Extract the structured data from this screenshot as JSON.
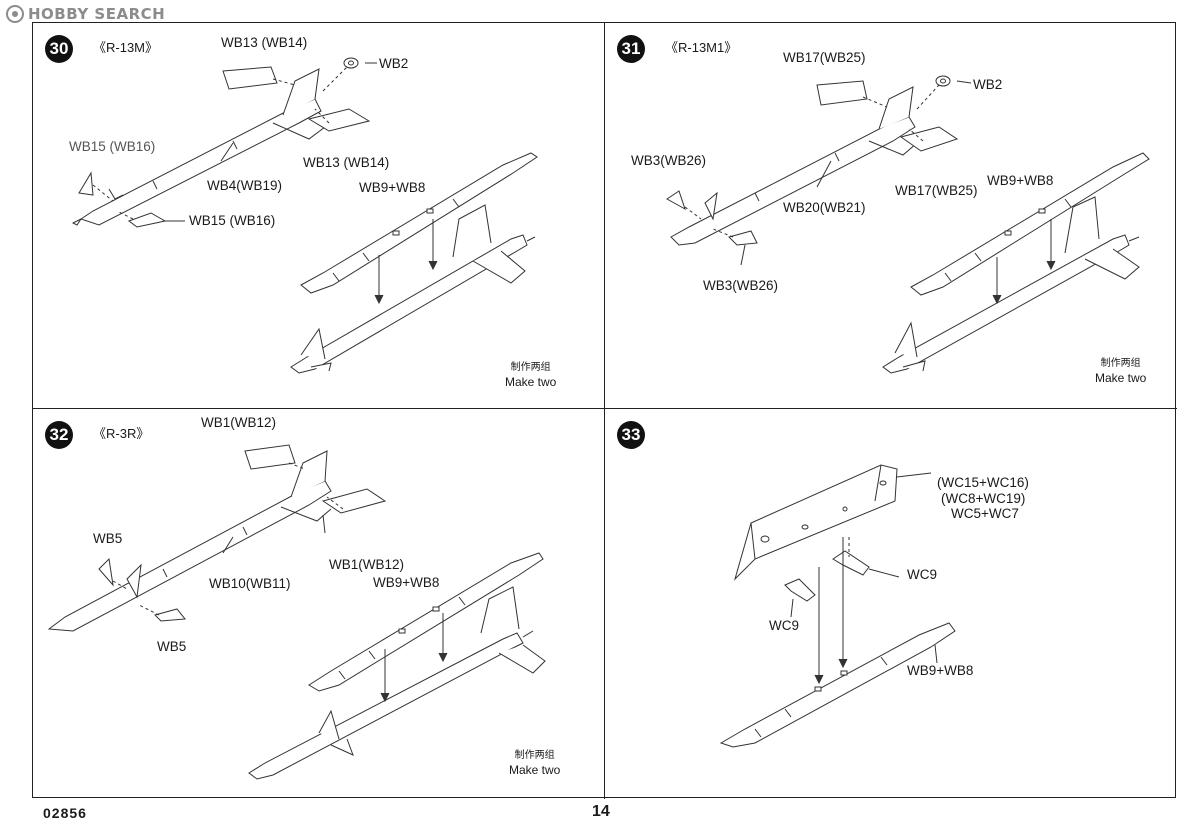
{
  "watermark": {
    "text": "HOBBY SEARCH"
  },
  "steps": [
    {
      "number": "30",
      "variant": "《R-13M》",
      "labels": [
        "WB13 (WB14)",
        "WB2",
        "WB15 (WB16)",
        "WB4(WB19)",
        "WB13 (WB14)",
        "WB9+WB8",
        "WB15 (WB16)"
      ],
      "make_two_zh": "制作两组",
      "make_two_en": "Make two"
    },
    {
      "number": "31",
      "variant": "《R-13M1》",
      "labels": [
        "WB17(WB25)",
        "WB2",
        "WB3(WB26)",
        "WB20(WB21)",
        "WB17(WB25)",
        "WB9+WB8",
        "WB3(WB26)"
      ],
      "make_two_zh": "制作两组",
      "make_two_en": "Make two"
    },
    {
      "number": "32",
      "variant": "《R-3R》",
      "labels": [
        "WB1(WB12)",
        "WB5",
        "WB10(WB11)",
        "WB1(WB12)",
        "WB9+WB8",
        "WB5"
      ],
      "make_two_zh": "制作两组",
      "make_two_en": "Make two"
    },
    {
      "number": "33",
      "labels": [
        "(WC15+WC16)",
        "(WC8+WC19)",
        "WC5+WC7",
        "WC9",
        "WC9",
        "WB9+WB8"
      ]
    }
  ],
  "footer": {
    "code": "02856",
    "page": "14"
  }
}
